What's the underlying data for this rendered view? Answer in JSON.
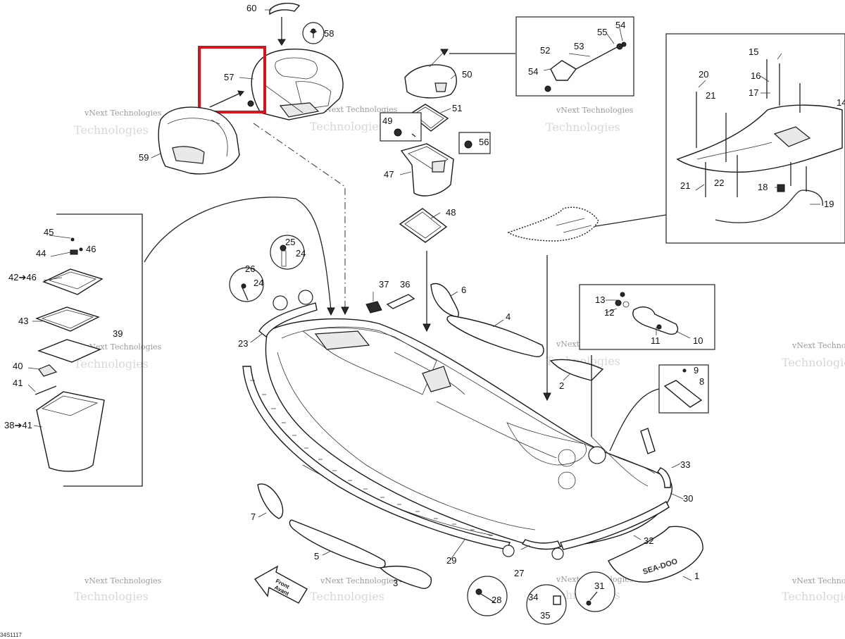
{
  "diagram": {
    "code": "34S1117",
    "watermark": {
      "line1": "vNext Technologies",
      "line2": "Technologies"
    },
    "front_label": {
      "line1": "Front",
      "line2": "Avant"
    },
    "logo_text": "SEA-DOO",
    "colors": {
      "highlight": "#d9131b",
      "line": "#222222",
      "watermark": "#d7d7d7"
    },
    "highlighted_part": "57",
    "labels": {
      "1": "1",
      "2": "2",
      "3": "3",
      "4": "4",
      "5": "5",
      "6": "6",
      "7": "7",
      "8": "8",
      "9": "9",
      "10": "10",
      "11": "11",
      "12": "12",
      "13": "13",
      "14": "14",
      "15": "15",
      "16": "16",
      "17": "17",
      "18": "18",
      "19": "19",
      "20": "20",
      "21a": "21",
      "21b": "21",
      "22": "22",
      "23": "23",
      "24a": "24",
      "24b": "24",
      "25": "25",
      "26": "26",
      "27": "27",
      "28": "28",
      "29": "29",
      "30": "30",
      "31": "31",
      "32": "32",
      "33": "33",
      "34": "34",
      "35": "35",
      "36": "36",
      "37": "37",
      "38_41": "38➔41",
      "39": "39",
      "40": "40",
      "41": "41",
      "42_46": "42➔46",
      "43": "43",
      "44": "44",
      "45": "45",
      "46": "46",
      "47": "47",
      "48": "48",
      "49": "49",
      "50": "50",
      "51": "51",
      "52": "52",
      "53": "53",
      "54a": "54",
      "54b": "54",
      "55": "55",
      "56": "56",
      "57": "57",
      "58": "58",
      "59": "59",
      "60": "60"
    }
  }
}
